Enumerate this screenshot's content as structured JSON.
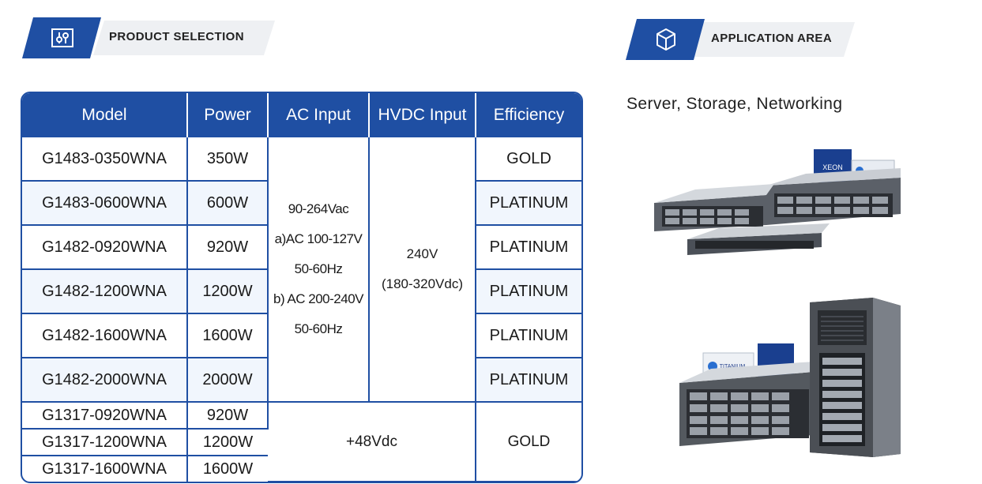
{
  "sections": {
    "product_selection": {
      "label": "PRODUCT SELECTION",
      "icon": "sliders-icon"
    },
    "application_area": {
      "label": "APPLICATION AREA",
      "icon": "cube-icon"
    }
  },
  "table": {
    "headers": [
      "Model",
      "Power",
      "AC Input",
      "HVDC Input",
      "Efficiency"
    ],
    "rows": [
      {
        "model": "G1483-0350WNA",
        "power": "350W",
        "efficiency": "GOLD"
      },
      {
        "model": "G1483-0600WNA",
        "power": "600W",
        "efficiency": "PLATINUM"
      },
      {
        "model": "G1482-0920WNA",
        "power": "920W",
        "efficiency": "PLATINUM"
      },
      {
        "model": "G1482-1200WNA",
        "power": "1200W",
        "efficiency": "PLATINUM"
      },
      {
        "model": "G1482-1600WNA",
        "power": "1600W",
        "efficiency": "PLATINUM"
      },
      {
        "model": "G1482-2000WNA",
        "power": "2000W",
        "efficiency": "PLATINUM"
      },
      {
        "model": "G1317-0920WNA",
        "power": "920W"
      },
      {
        "model": "G1317-1200WNA",
        "power": "1200W"
      },
      {
        "model": "G1317-1600WNA",
        "power": "1600W"
      }
    ],
    "ac_input_lines": [
      "90-264Vac",
      "a)AC 100-127V",
      "50-60Hz",
      "b) AC 200-240V",
      "50-60Hz"
    ],
    "hvdc_lines": [
      "240V",
      "(180-320Vdc)"
    ],
    "g1317_input": "+48Vdc",
    "g1317_efficiency": "GOLD"
  },
  "application": {
    "text": "Server, Storage, Networking",
    "images": [
      "rack-servers-image",
      "tower-server-image"
    ],
    "badges": {
      "xeon_brand": "XEON",
      "titanium": "TITANIUM"
    }
  },
  "colors": {
    "brand_blue": "#1f4fa3",
    "row_shade": "#f1f6fd",
    "ribbon_grey": "#eef0f3"
  }
}
